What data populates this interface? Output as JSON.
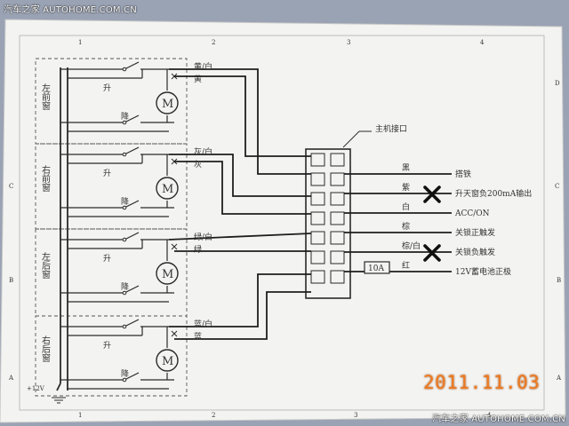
{
  "banner": {
    "top": "汽车之家 AUTOHOME.COM.CN",
    "bottom": "汽车之家 AUTOHOME.COM.CN"
  },
  "timestamp": "2011.11.03",
  "ruler": {
    "top": [
      "1",
      "2",
      "3",
      "4"
    ],
    "bottom": [
      "1",
      "2",
      "3",
      "4"
    ],
    "left": [
      "C",
      "B",
      "A"
    ],
    "right": [
      "D",
      "C",
      "B",
      "A"
    ]
  },
  "windows": [
    {
      "name": "左前窗",
      "up": "升",
      "down": "降",
      "wire1": "黄/白",
      "wire2": "黄"
    },
    {
      "name": "右前窗",
      "up": "升",
      "down": "降",
      "wire1": "灰/白",
      "wire2": "灰"
    },
    {
      "name": "左后窗",
      "up": "升",
      "down": "降",
      "wire1": "绿/白",
      "wire2": "绿"
    },
    {
      "name": "右后窗",
      "up": "升",
      "down": "降",
      "wire1": "蓝/白",
      "wire2": "蓝"
    }
  ],
  "motor_symbol": "M",
  "connector": {
    "label": "主机接口"
  },
  "fuse": "10A",
  "ground_label": "+12V",
  "outputs": [
    {
      "color": "黑",
      "name": "搭铁",
      "crossed": false
    },
    {
      "color": "紫",
      "name": "升天窗负200mA输出",
      "crossed": true
    },
    {
      "color": "白",
      "name": "ACC/ON",
      "crossed": false
    },
    {
      "color": "棕",
      "name": "关锁正触发",
      "crossed": false
    },
    {
      "color": "棕/白",
      "name": "关锁负触发",
      "crossed": true
    },
    {
      "color": "红",
      "name": "12V蓄电池正极",
      "crossed": false
    }
  ],
  "colors": {
    "ink": "#2a2a2a",
    "paper": "#f3f3f1",
    "mark": "#111111",
    "stamp": "#f07a1e"
  }
}
